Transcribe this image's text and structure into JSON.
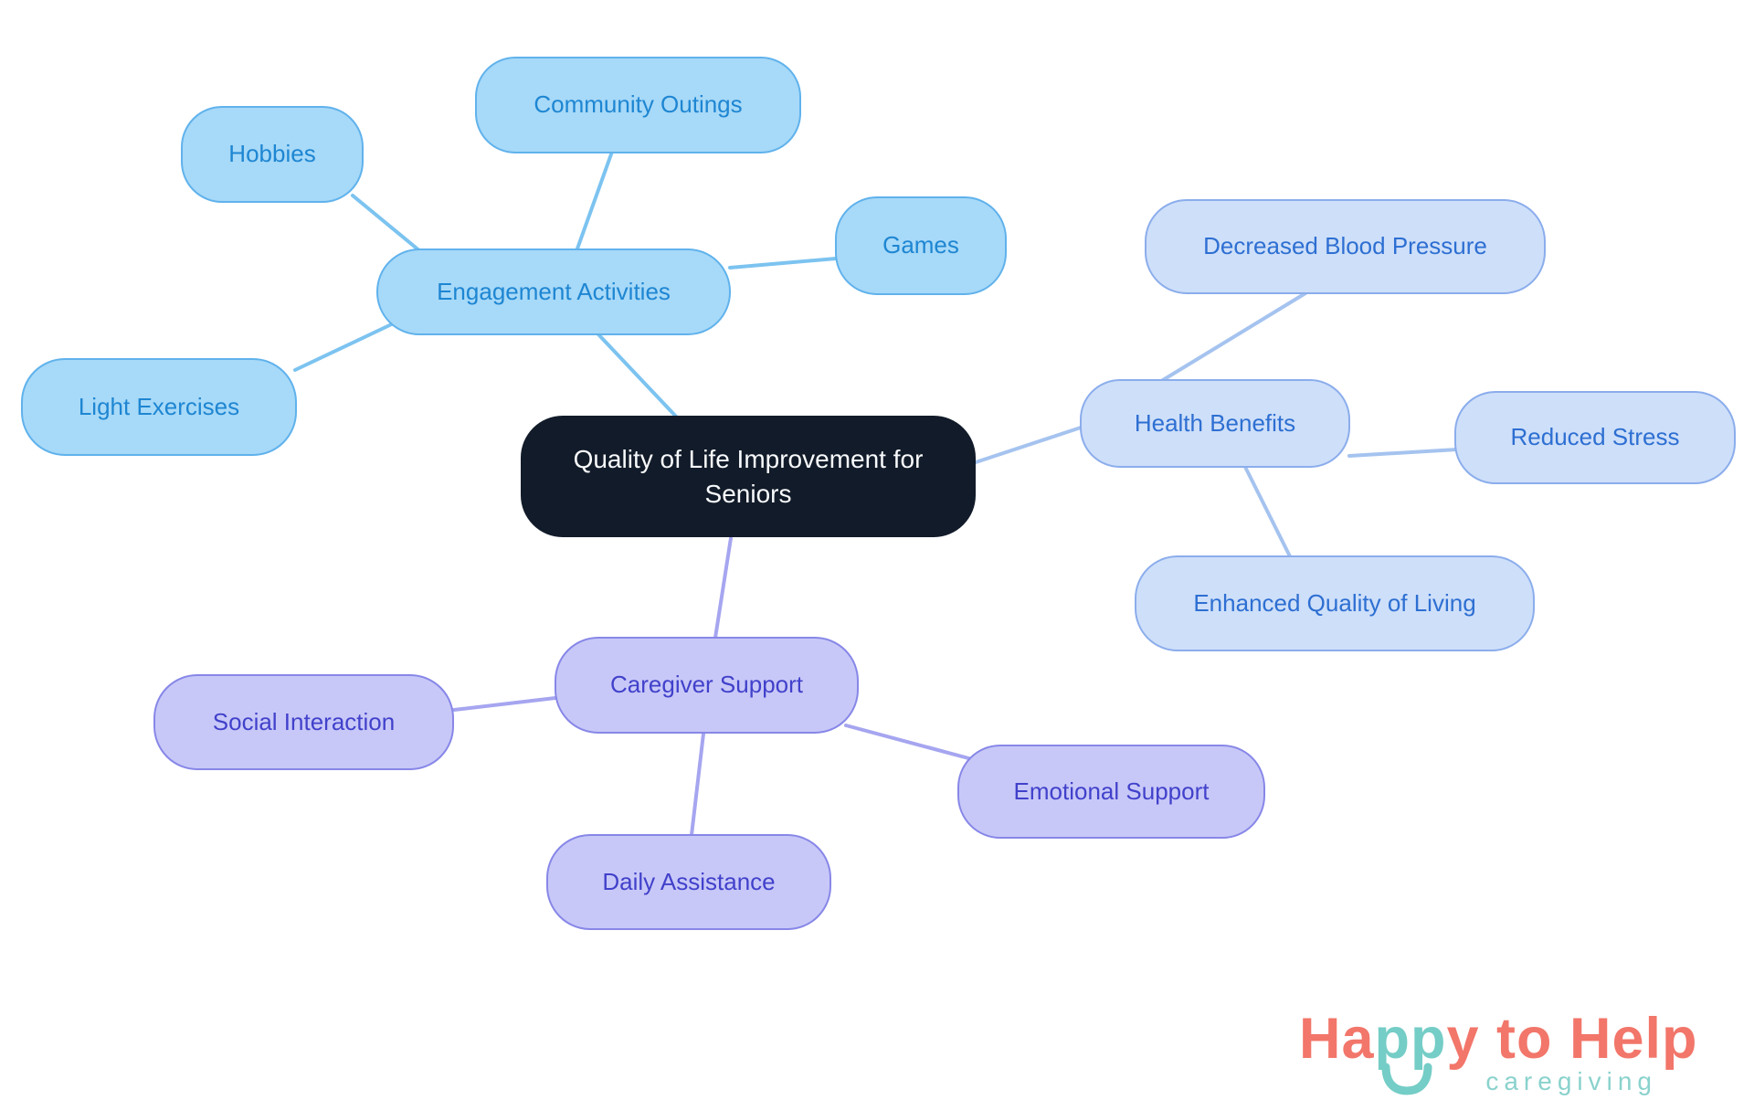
{
  "mindmap": {
    "center": "Quality of Life Improvement for Seniors",
    "branches": [
      {
        "label": "Engagement Activities",
        "children": [
          "Hobbies",
          "Community Outings",
          "Games",
          "Light Exercises"
        ]
      },
      {
        "label": "Health Benefits",
        "children": [
          "Decreased Blood Pressure",
          "Reduced Stress",
          "Enhanced Quality of Living"
        ]
      },
      {
        "label": "Caregiver Support",
        "children": [
          "Social Interaction",
          "Emotional Support",
          "Daily Assistance"
        ]
      }
    ]
  },
  "logo": {
    "part1": "Ha",
    "part2": "pp",
    "part3": "y to Help",
    "tagline": "caregiving"
  },
  "colors": {
    "center-fill": "#121b29",
    "center-text": "#f8fafc",
    "sky-fill": "#a7d9f8",
    "sky-border": "#60b2ec",
    "sky-text": "#1e86d2",
    "sky-line": "#7cc3f0",
    "peri-fill": "#cedff9",
    "peri-border": "#8badec",
    "peri-text": "#2d6fd2",
    "peri-line": "#a5c3ef",
    "lav-fill": "#c8c8f8",
    "lav-border": "#8787e8",
    "lav-text": "#4141cb",
    "lav-line": "#a5a5f0",
    "logo-coral": "#f2766a",
    "logo-teal": "#74cdc6",
    "logo-tagline": "#8ad2cd"
  }
}
